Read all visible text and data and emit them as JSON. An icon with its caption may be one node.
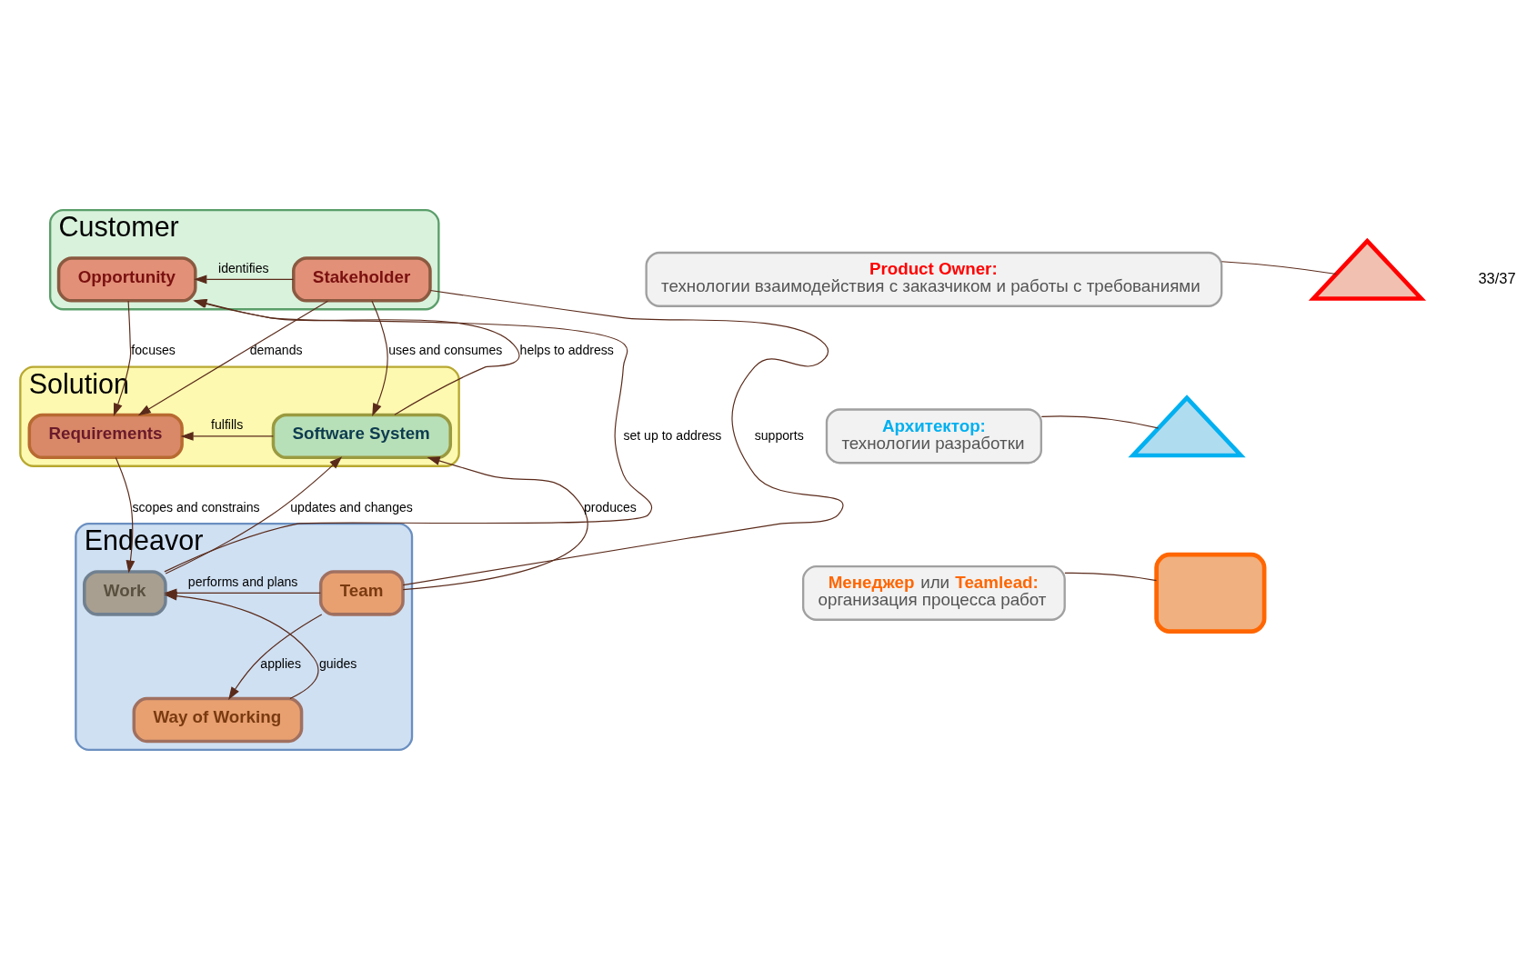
{
  "diagram": {
    "nodes": [
      {
        "text": [
          "Customer"
        ]
      },
      {
        "text": [
          "Opportunity"
        ],
        "in": 0
      },
      {
        "text": [
          "Stakeholder"
        ],
        "in": 0
      },
      {
        "text": [
          "Solution"
        ]
      },
      {
        "text": [
          "Requirements"
        ],
        "in": 3
      },
      {
        "text": [
          "Software System"
        ],
        "in": 3
      },
      {
        "text": [
          "Endeavor"
        ]
      },
      {
        "text": [
          "Work"
        ],
        "in": 6
      },
      {
        "text": [
          "Team"
        ],
        "in": 6
      },
      {
        "text": [
          "Way of Working"
        ],
        "in": 6
      },
      {
        "text": [
          "**Product Owner:**",
          "технологии взаимодействия с заказчиком и работы с требованиями"
        ]
      },
      {
        "text": [],
        "shape": "triangle"
      },
      {
        "text": [
          "**Архитектор:**",
          "технологии разработки"
        ]
      },
      {
        "text": [],
        "shape": "triangle"
      },
      {
        "text": [
          "**Менеджер** или **Teamlead:**",
          "организация процесса работ"
        ]
      },
      {
        "text": [],
        "shape": "box"
      }
    ],
    "edges": [
      {
        "from": 2,
        "to": 1,
        "arrow": "to",
        "label": "identifies"
      },
      {
        "from": 1,
        "to": 4,
        "arrow": "to",
        "label": "focuses"
      },
      {
        "from": 2,
        "to": 4,
        "arrow": "to",
        "label": "demands"
      },
      {
        "from": 5,
        "to": 1,
        "arrow": "to",
        "label": "helps to address"
      },
      {
        "from": 5,
        "to": 4,
        "arrow": "to",
        "label": "fulfills"
      },
      {
        "from": 2,
        "to": 5,
        "arrow": "to",
        "label": "uses and consumes"
      },
      {
        "from": 8,
        "to": 2,
        "arrow": "none",
        "label": "supports"
      },
      {
        "from": 7,
        "to": 1,
        "arrow": "to",
        "label": "set up to address"
      },
      {
        "from": 4,
        "to": 7,
        "arrow": "to",
        "label": "scopes and constrains"
      },
      {
        "from": 7,
        "to": 5,
        "arrow": "to",
        "label": "updates and changes"
      },
      {
        "from": 8,
        "to": 5,
        "arrow": "to",
        "label": "produces"
      },
      {
        "from": 8,
        "to": 7,
        "arrow": "to",
        "label": "performs and plans"
      },
      {
        "from": 9,
        "to": 7,
        "arrow": "to",
        "label": "guides"
      },
      {
        "from": 8,
        "to": 9,
        "arrow": "to",
        "label": "applies"
      },
      {
        "from": 10,
        "to": 11,
        "arrow": "none"
      },
      {
        "from": 12,
        "to": 13,
        "arrow": "none"
      },
      {
        "from": 14,
        "to": 15,
        "arrow": "none"
      }
    ],
    "labels": [
      "33/37"
    ]
  }
}
